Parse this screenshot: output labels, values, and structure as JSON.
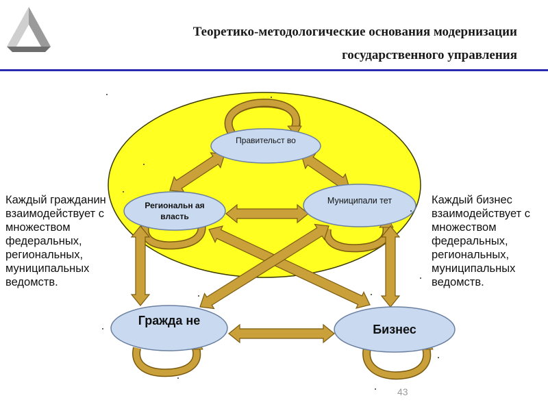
{
  "header": {
    "title_line1": "Теоретико-методологические основания модернизации",
    "title_line2": "государственного управления"
  },
  "nodes": {
    "government": "Правительст во",
    "regional": "Региональн ая власть",
    "municipal": "Муниципали тет",
    "citizens": "Гражда не",
    "business": "Бизнес"
  },
  "side_text": {
    "left": "Каждый гражданин взаимодействует с множеством федеральных, региональных, муниципальных ведомств.",
    "right": "Каждый бизнес взаимодействует с множеством федеральных, региональных, муниципальных ведомств."
  },
  "page_number": "43",
  "colors": {
    "big_ellipse": "#ffff22",
    "node_fill": "#c9daf0",
    "arrow_fill": "#c9a03a",
    "arrow_stroke": "#7a5a10",
    "divider": "#2b2bb0"
  },
  "icons": {
    "logo": "impossible-triangle-logo"
  }
}
